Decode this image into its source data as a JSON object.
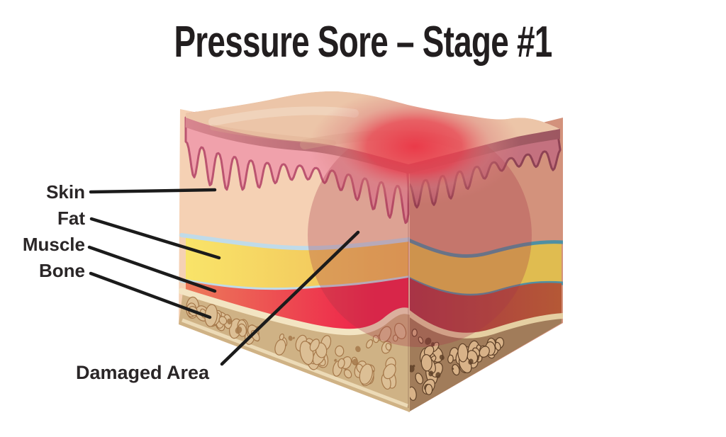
{
  "title": "Pressure Sore – Stage #1",
  "labels": {
    "skin": "Skin",
    "fat": "Fat",
    "muscle": "Muscle",
    "bone": "Bone",
    "damaged_area": "Damaged Area"
  },
  "colors": {
    "background": "#ffffff",
    "title_text": "#221e1f",
    "label_text": "#2a2627",
    "pointer_line": "#1b1b1b",
    "top_face": "#ecc5a8",
    "top_shadow": "#d9a98c",
    "top_highlight": "#f4decb",
    "lip_light": "#d8868f",
    "lip_mid": "#b2666e",
    "lip_dark": "#9d5761",
    "epi_front": "#f0a1ab",
    "epi_front_stroke": "#bb5470",
    "epi_right": "#c4717f",
    "epi_right_stroke": "#8e4254",
    "dermis_front": "#f5d1b4",
    "dermis_right": "#d3927c",
    "blue_front": "#c0dbe9",
    "teal_right": "#4f8fa3",
    "fat_front_light": "#f9e469",
    "fat_front_deep": "#efba57",
    "fat_right": "#e0bc50",
    "muscle_front_light": "#ec7a5a",
    "muscle_front_deep": "#ee2049",
    "muscle_right_dark": "#a93345",
    "muscle_right_brown": "#b55836",
    "bone_cream": "#f3e4c2",
    "bone_front": "#cfb285",
    "bone_front_hole": "#dcbf95",
    "bone_front_hole_rim": "#a5784a",
    "bone_right": "#a17c5a",
    "bone_right_hole": "#d8b288",
    "bone_right_hole_rim": "#5f4128",
    "bone_right_cream": "#e5cfa2",
    "glow_core": "#ea3344",
    "glow_mid": "#e74653",
    "glow_soft": "#dd8280",
    "damage_overlay": "#a63448"
  }
}
